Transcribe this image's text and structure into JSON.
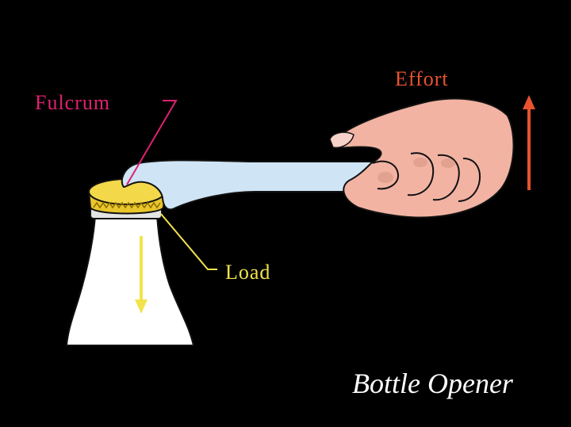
{
  "labels": {
    "effort": "Effort",
    "fulcrum": "Fulcrum",
    "load": "Load"
  },
  "caption": "Bottle Opener",
  "colors": {
    "background": "#000000",
    "effort": "#e8532e",
    "fulcrum": "#e0206f",
    "load": "#f2e34a",
    "caption": "#ffffff",
    "opener": "#cfe4f4",
    "bottle": "#ffffff",
    "cap": "#e9c62b",
    "hand": "#f2b3a3"
  }
}
